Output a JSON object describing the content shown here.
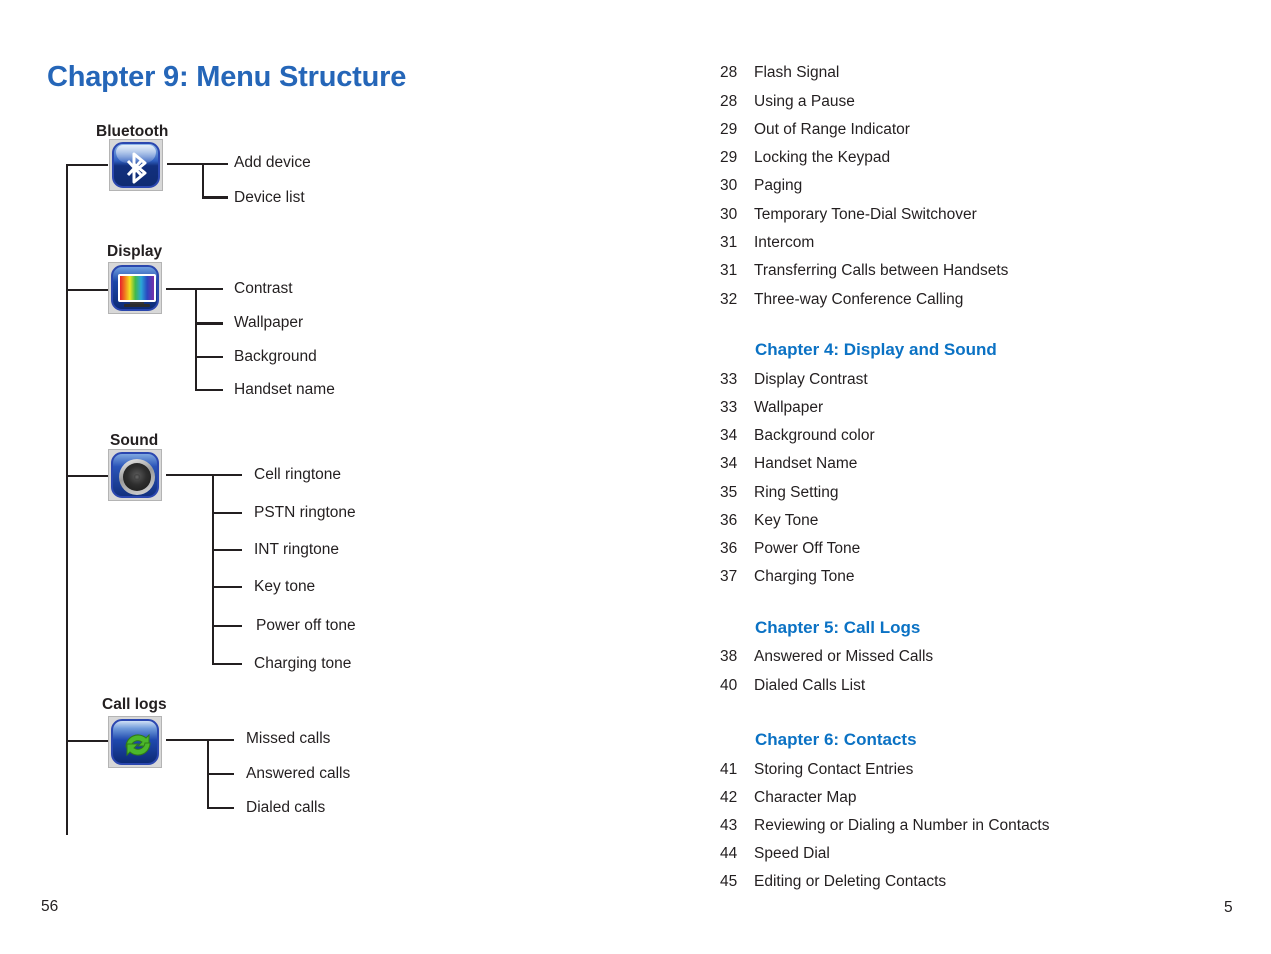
{
  "colors": {
    "title_blue": "#2566b8",
    "heading_blue": "#0b72c4",
    "text": "#231f20"
  },
  "left_page": {
    "chapter_title": "Chapter 9: Menu Structure",
    "page_number": "56",
    "tree": {
      "groups": [
        {
          "label": "Bluetooth",
          "icon": "bluetooth-icon",
          "items": [
            "Add device",
            "Device list"
          ]
        },
        {
          "label": "Display",
          "icon": "display-monitor-icon",
          "items": [
            "Contrast",
            "Wallpaper",
            "Background",
            "Handset name"
          ]
        },
        {
          "label": "Sound",
          "icon": "speaker-icon",
          "items": [
            "Cell ringtone",
            "PSTN ringtone",
            "INT ringtone",
            "Key tone",
            "Power off tone",
            "Charging tone"
          ]
        },
        {
          "label": "Call logs",
          "icon": "call-logs-refresh-icon",
          "items": [
            "Missed calls",
            "Answered calls",
            "Dialed calls"
          ]
        }
      ]
    }
  },
  "right_page": {
    "page_number": "5",
    "sections": [
      {
        "heading": null,
        "entries": [
          {
            "page": "28",
            "title": "Flash Signal"
          },
          {
            "page": "28",
            "title": "Using a Pause"
          },
          {
            "page": "29",
            "title": "Out of Range Indicator"
          },
          {
            "page": "29",
            "title": "Locking the Keypad"
          },
          {
            "page": "30",
            "title": "Paging"
          },
          {
            "page": "30",
            "title": "Temporary Tone-Dial Switchover"
          },
          {
            "page": "31",
            "title": "Intercom"
          },
          {
            "page": "31",
            "title": "Transferring Calls between Handsets"
          },
          {
            "page": "32",
            "title": "Three-way Conference Calling"
          }
        ]
      },
      {
        "heading": "Chapter 4: Display and Sound",
        "entries": [
          {
            "page": "33",
            "title": "Display Contrast"
          },
          {
            "page": "33",
            "title": "Wallpaper"
          },
          {
            "page": "34",
            "title": "Background color"
          },
          {
            "page": "34",
            "title": "Handset Name"
          },
          {
            "page": "35",
            "title": "Ring Setting"
          },
          {
            "page": "36",
            "title": "Key Tone"
          },
          {
            "page": "36",
            "title": "Power Off Tone"
          },
          {
            "page": "37",
            "title": "Charging Tone"
          }
        ]
      },
      {
        "heading": "Chapter 5: Call Logs",
        "entries": [
          {
            "page": "38",
            "title": "Answered or Missed Calls"
          },
          {
            "page": "40",
            "title": "Dialed Calls List"
          }
        ]
      },
      {
        "heading": "Chapter 6: Contacts",
        "entries": [
          {
            "page": "41",
            "title": "Storing Contact Entries"
          },
          {
            "page": "42",
            "title": "Character Map"
          },
          {
            "page": "43",
            "title": "Reviewing or Dialing a Number in Contacts"
          },
          {
            "page": "44",
            "title": "Speed Dial"
          },
          {
            "page": "45",
            "title": "Editing or Deleting Contacts"
          }
        ]
      }
    ]
  }
}
